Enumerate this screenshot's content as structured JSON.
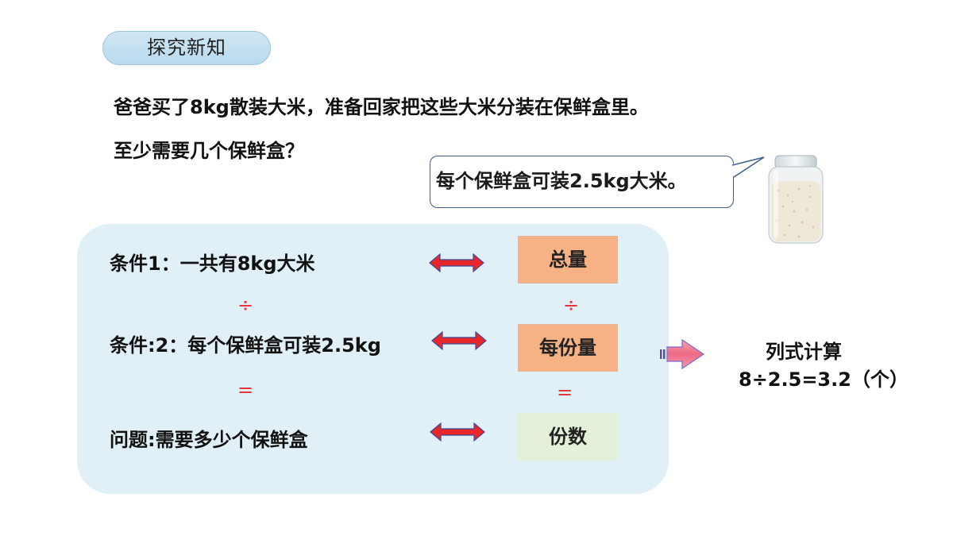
{
  "section_tag": "探究新知",
  "problem": {
    "line1": "爸爸买了8kg散装大米，准备回家把这些大米分装在保鲜盒里。",
    "line2": "至少需要几个保鲜盒？"
  },
  "speech_bubble": "每个保鲜盒可装2.5kg大米。",
  "conditions": {
    "c1": "条件1：一共有8kg大米",
    "op1": "÷",
    "c2": "条件:2：每个保鲜盒可装2.5kg",
    "op2": "=",
    "q": "问题:需要多少个保鲜盒"
  },
  "concepts": {
    "total": "总量",
    "op1": "÷",
    "per_share": "每份量",
    "op2": "=",
    "shares": "份数"
  },
  "calculation": {
    "label": "列式计算",
    "formula": "8÷2.5=3.2（个）"
  },
  "colors": {
    "arrow_red": "#e8262c",
    "arrow_outline": "#3b4a9a",
    "box_orange": "#f6b184",
    "box_green": "#e3f1da",
    "panel_bg": "#e1f0f7",
    "operator_red": "#e8343a"
  }
}
